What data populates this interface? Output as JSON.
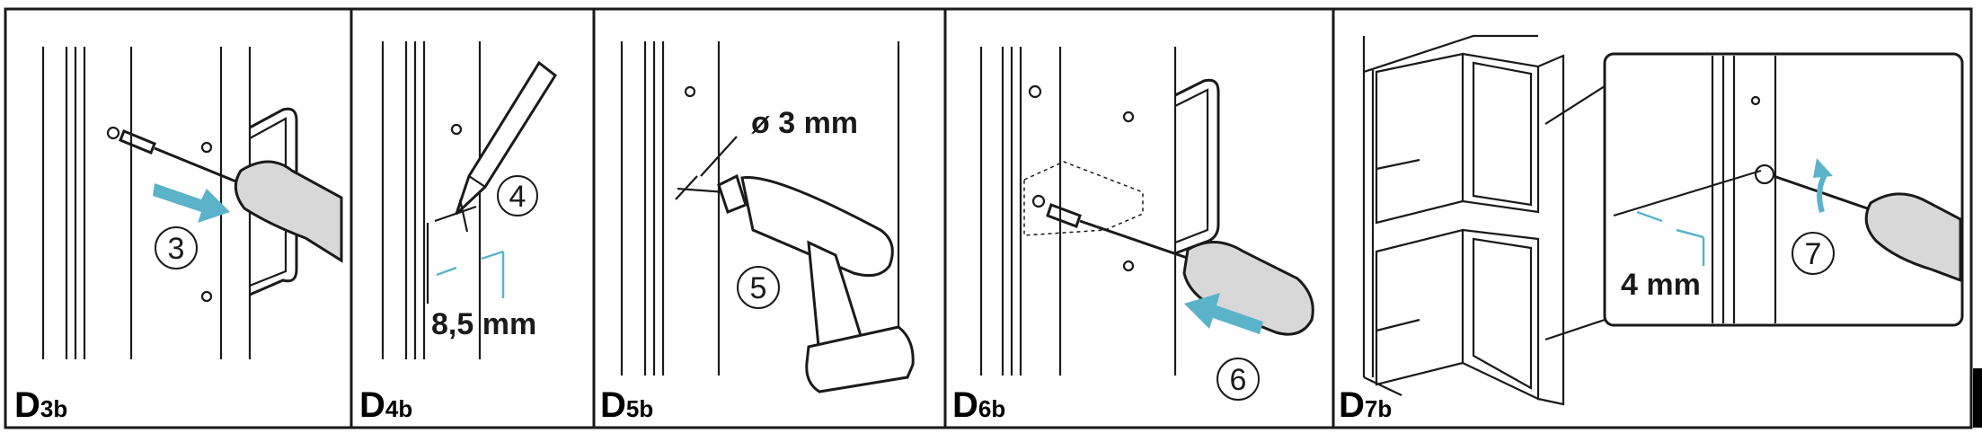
{
  "panels": [
    {
      "letter": "D",
      "suffix": "3b",
      "step": "3"
    },
    {
      "letter": "D",
      "suffix": "4b",
      "step": "4",
      "measurement": "8,5 mm"
    },
    {
      "letter": "D",
      "suffix": "5b",
      "step": "5",
      "measurement": "ø 3 mm"
    },
    {
      "letter": "D",
      "suffix": "6b",
      "step": "6"
    },
    {
      "letter": "D",
      "suffix": "7b",
      "step": "7",
      "measurement": "4 mm"
    }
  ],
  "colors": {
    "accent": "#5bb3c9",
    "line": "#1a1a1a",
    "grip": "#d8d8d8"
  }
}
